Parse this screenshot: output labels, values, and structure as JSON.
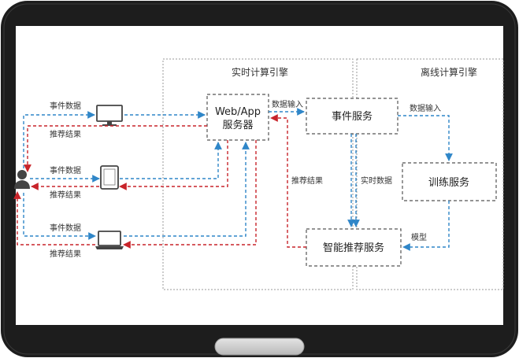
{
  "diagram": {
    "realtime_engine_title": "实时计算引擎",
    "offline_engine_title": "离线计算引擎",
    "web_app_server_line1": "Web/App",
    "web_app_server_line2": "服务器",
    "event_service": "事件服务",
    "training_service": "训练服务",
    "recommendation_service": "智能推荐服务",
    "desktop_event_label": "事件数据",
    "desktop_result_label": "推荐结果",
    "tablet_event_label": "事件数据",
    "tablet_result_label": "推荐结果",
    "laptop_event_label": "事件数据",
    "laptop_result_label": "推荐结果",
    "data_input_label": "数据输入",
    "offline_data_input_label": "数据输入",
    "realtime_data_label": "实时数据",
    "recommend_result_label": "推荐结果",
    "model_label": "模型"
  },
  "colors": {
    "blue_flow": "#2f86c8",
    "red_flow": "#c8242a",
    "bezel": "#1d1d1d",
    "home_button": "#c9c9c9"
  },
  "icons": {
    "user": "user-icon",
    "desktop": "desktop-monitor-icon",
    "tablet": "tablet-icon",
    "laptop": "laptop-icon"
  }
}
